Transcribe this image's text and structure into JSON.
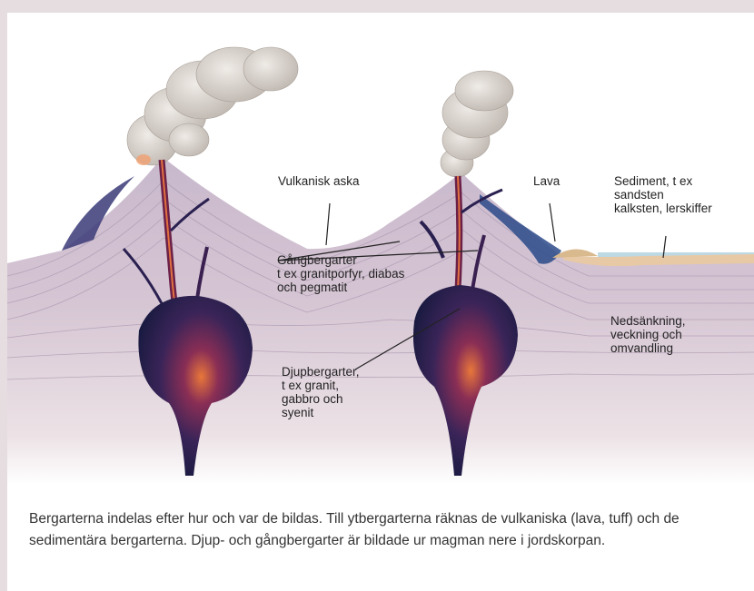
{
  "labels": {
    "vulkanisk_aska": "Vulkanisk aska",
    "lava": "Lava",
    "sediment": "Sediment, t ex\nsandsten\nkalksten, lerskiffer",
    "gangbergarter": "Gångbergarter\nt ex granitporfyr, diabas\noch pegmatit",
    "nedsankning": "Nedsänkning,\nveckning och\nomvandling",
    "djupbergarter": "Djupbergarter,\nt ex granit,\ngabbro och\nsyenit"
  },
  "caption": "Bergarterna indelas efter hur och var de bildas. Till ytbergarterna räknas de vulkaniska (lava, tuff) och de sedimentära bergarterna. Djup- och gångbergarter är bildade ur magman nere i jordskorpan.",
  "colors": {
    "page_background": "#e6dde1",
    "crust": "#d9cad6",
    "magma_dark": "#1e1f4a",
    "magma_glow": "#e0703a",
    "ash_cloud": "#d8d2cc",
    "sea": "#bcd9e4",
    "sediment": "#e8c9a6"
  }
}
